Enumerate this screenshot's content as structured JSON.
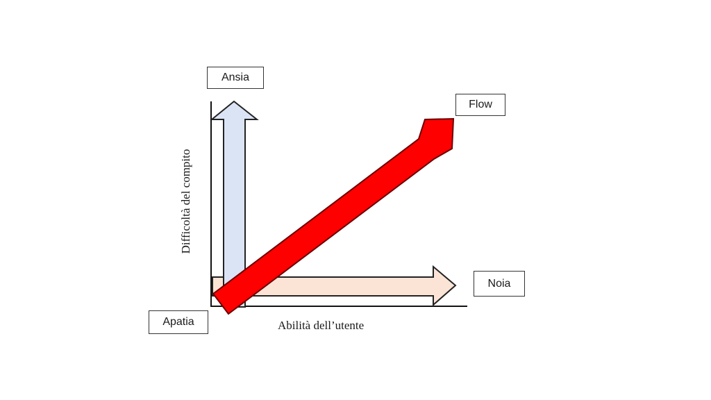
{
  "labels": {
    "ansia": "Ansia",
    "flow": "Flow",
    "noia": "Noia",
    "apatia": "Apatia"
  },
  "axes": {
    "x_label": "Abilità dell’utente",
    "y_label": "Difficoltà del compito"
  },
  "colors": {
    "ansia_arrow_fill": "#dbe4f5",
    "noia_arrow_fill": "#fbe4d6",
    "flow_arrow_fill": "#ff0000",
    "flow_arrow_stroke": "#6b0000",
    "axis_color": "#111111",
    "outline_color": "#222222"
  }
}
